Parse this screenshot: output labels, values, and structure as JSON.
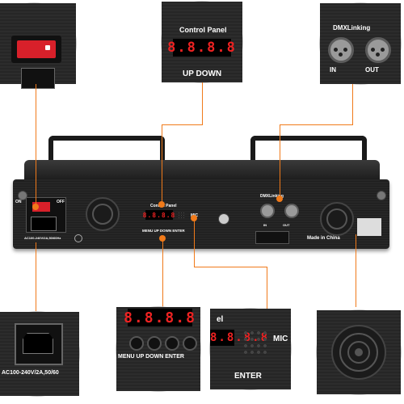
{
  "labels": {
    "control_panel_top": "Control Panel",
    "display_digits_top": "8.8.8.8",
    "buttons_top": "UP DOWN",
    "dmx_top": "DMXLinking",
    "in_top": "IN",
    "out_top": "OUT",
    "control_panel_body": "Control Panel",
    "display_digits_body": "8.8.8.8",
    "menu_body": "MENU UP DOWN ENTER",
    "dmx_body": "DMXLinking",
    "in_body": "IN",
    "out_body": "OUT",
    "mic_body": "MIC",
    "made_in": "Made in China",
    "power_spec_body": "AC100-240V/2A,50/60Hz",
    "on": "ON",
    "off": "OFF",
    "power_spec_zoom": "AC100-240V/2A,50/60",
    "menu_zoom": "MENU UP DOWN ENTER",
    "display_digits_zoom": "8.8.8.8",
    "mic_zoom": "MIC",
    "enter_zoom": "ENTER",
    "el_zoom": "el"
  },
  "colors": {
    "accent": "#f07a1a",
    "switch_red": "#d8202a",
    "led": "#e22222",
    "body": "#222222"
  }
}
